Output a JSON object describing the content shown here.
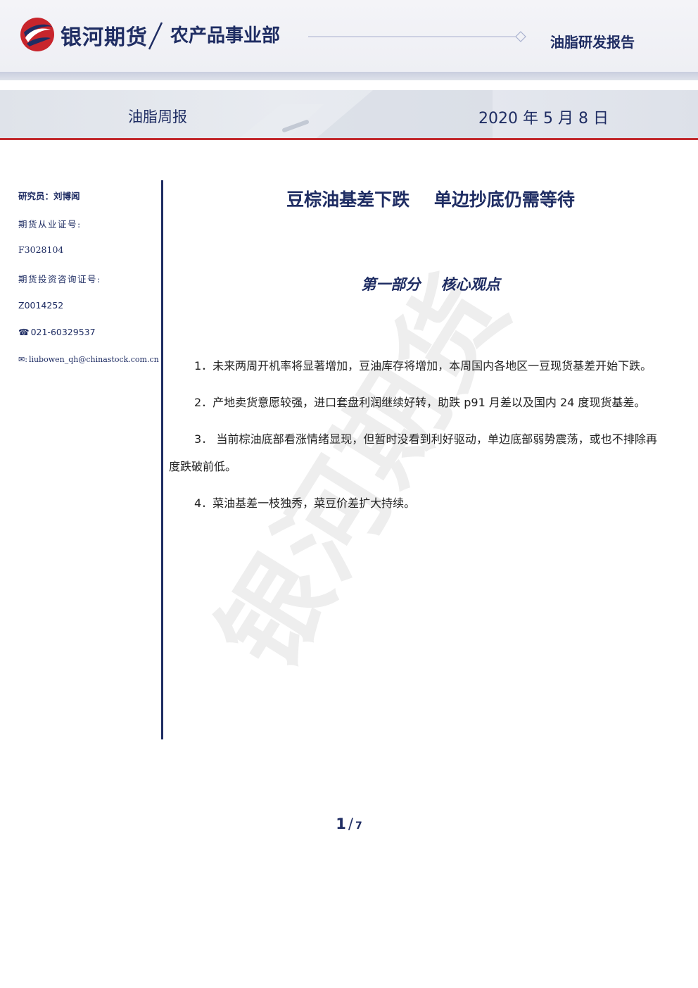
{
  "header": {
    "company": "银河期货",
    "department": "农产品事业部",
    "report_type": "油脂研发报告"
  },
  "band": {
    "report_name": "油脂周报",
    "date": "2020 年 5 月 8 日"
  },
  "sidebar": {
    "researcher": "研究员：刘博闻",
    "futures_license_label": "期货从业证号:",
    "futures_license": "F3028104",
    "consult_license_label": "期货投资咨询证号:",
    "consult_license": "Z0014252",
    "phone": "021-60329537",
    "email": "liubowen_qh@chinastock.com.cn"
  },
  "main": {
    "title": "豆棕油基差下跌    单边抄底仍需等待",
    "section_title": "第一部分    核心观点",
    "points": [
      "1．未来两周开机率将显著增加，豆油库存将增加，本周国内各地区一豆现货基差开始下跌。",
      "2．产地卖货意愿较强，进口套盘利润继续好转，助跌 p91 月差以及国内 24 度现货基差。",
      "3．  当前棕油底部看涨情绪显现，但暂时没看到利好驱动，单边底部弱势震荡，或也不排除再度跌破前低。",
      "4．菜油基差一枝独秀，菜豆价差扩大持续。"
    ]
  },
  "watermark": "银河期货",
  "pager": {
    "current": "1",
    "separator": "/",
    "total": "7"
  },
  "icons": {
    "phone": "phone-icon",
    "email": "envelope-icon"
  },
  "colors": {
    "brand_navy": "#1f2d63",
    "brand_red": "#c22a2e"
  }
}
